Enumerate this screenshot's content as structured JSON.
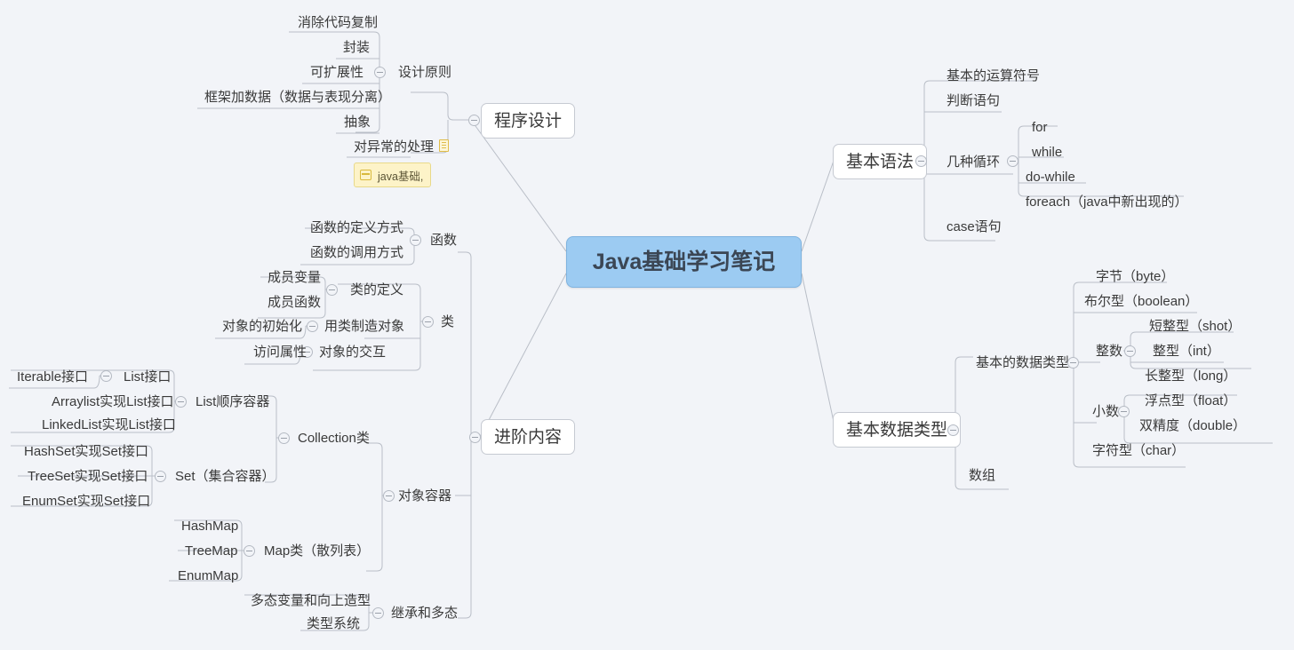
{
  "document": {
    "kind": "mind-map",
    "background_color": "#f2f4f8",
    "root_fill": "#9ccbf2",
    "line_color": "#b9bec7",
    "note_fill": "#fdf3c8"
  },
  "root": {
    "label": "Java基础学习笔记"
  },
  "topics": {
    "program_design": "程序设计",
    "basic_syntax": "基本语法",
    "advanced": "进阶内容",
    "basic_types": "基本数据类型"
  },
  "branches": {
    "design_principle": "设计原则",
    "dp_children": [
      "消除代码复制",
      "封装",
      "可扩展性",
      "框架加数据（数据与表现分离）",
      "抽象",
      "对异常的处理"
    ],
    "note": {
      "text": "java基础,",
      "icon": "note-icon"
    },
    "syntax_children": [
      "基本的运算符号",
      "判断语句",
      "几种循环",
      "case语句"
    ],
    "loops": [
      "for",
      "while",
      "do-while",
      "foreach（java中新出现的）"
    ],
    "function": "函数",
    "function_children": [
      "函数的定义方式",
      "函数的调用方式"
    ],
    "class": "类",
    "class_children": [
      "类的定义",
      "用类制造对象",
      "对象的交互"
    ],
    "class_def_children": [
      "成员变量",
      "成员函数"
    ],
    "make_object_children": [
      "对象的初始化"
    ],
    "object_interact_children": [
      "访问属性"
    ],
    "container": "对象容器",
    "collection": "Collection类",
    "list_container": "List顺序容器",
    "list_children": [
      "Iterable接口",
      "List接口"
    ],
    "list_impl": [
      "Arraylist实现List接口",
      "LinkedList实现List接口"
    ],
    "set_container": "Set（集合容器）",
    "set_impl": [
      "HashSet实现Set接口",
      "TreeSet实现Set接口",
      "EnumSet实现Set接口"
    ],
    "map_container": "Map类（散列表）",
    "map_impl": [
      "HashMap",
      "TreeMap",
      "EnumMap"
    ],
    "inherit": "继承和多态",
    "inherit_children": [
      "多态变量和向上造型",
      "类型系统"
    ],
    "basic_data_types": "基本的数据类型",
    "array": "数组",
    "type_children": [
      "字节（byte）",
      "布尔型（boolean）",
      "整数",
      "小数",
      "字符型（char）"
    ],
    "int_children": [
      "短整型（shot）",
      "整型（int）",
      "长整型（long）"
    ],
    "float_children": [
      "浮点型（float）",
      "双精度（double）"
    ]
  }
}
